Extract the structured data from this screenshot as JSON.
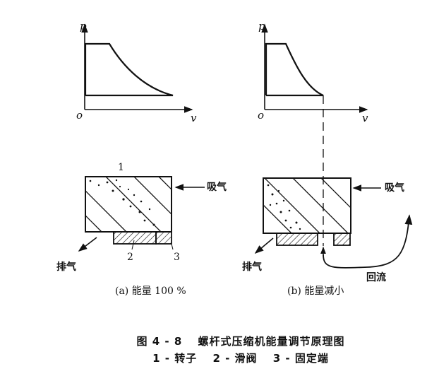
{
  "plots": {
    "a": {
      "y_axis": "p",
      "x_axis": "v",
      "origin": "o"
    },
    "b": {
      "y_axis": "p",
      "x_axis": "v",
      "origin": "o"
    }
  },
  "labels": {
    "rotor_num": "1",
    "valve_num": "2",
    "fixed_num": "3",
    "suction_a": "吸气",
    "discharge_a": "排气",
    "suction_b": "吸气",
    "discharge_b": "排气",
    "return_flow": "回流"
  },
  "captions": {
    "a": "(a) 能量 100 %",
    "b": "(b) 能量减小"
  },
  "figure": {
    "title": "图 4 - 8　 螺杆式压缩机能量调节原理图",
    "legend": "1 - 转子　 2 - 滑阀　 3 - 固定端"
  }
}
